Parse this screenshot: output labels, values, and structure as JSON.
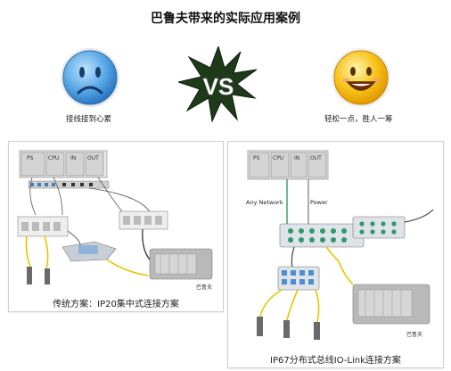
{
  "title": "巴鲁夫带来的实际应用案例",
  "left_face": {
    "caption": "接线接到心累"
  },
  "vs": {
    "text": "VS"
  },
  "right_face": {
    "caption": "轻松一点，胜人一筹"
  },
  "panel_left": {
    "caption": "传统方案：IP20集中式连接方案",
    "plc_modules": [
      "PS",
      "CPU",
      "IN",
      "OUT"
    ],
    "brand": "巴鲁夫"
  },
  "panel_right": {
    "caption": "IP67分布式总线IO-Link连接方案",
    "plc_modules": [
      "PS",
      "CPU",
      "IN",
      "OUT"
    ],
    "network_label": "Any Network",
    "power_label": "Power",
    "brand": "巴鲁夫"
  },
  "colors": {
    "sad_face": "#5aa9e6",
    "happy_face": "#f7c21a",
    "vs_star": "#1f3a1a",
    "cable_yellow": "#e8c400",
    "cable_blue": "#3d7fc0"
  }
}
